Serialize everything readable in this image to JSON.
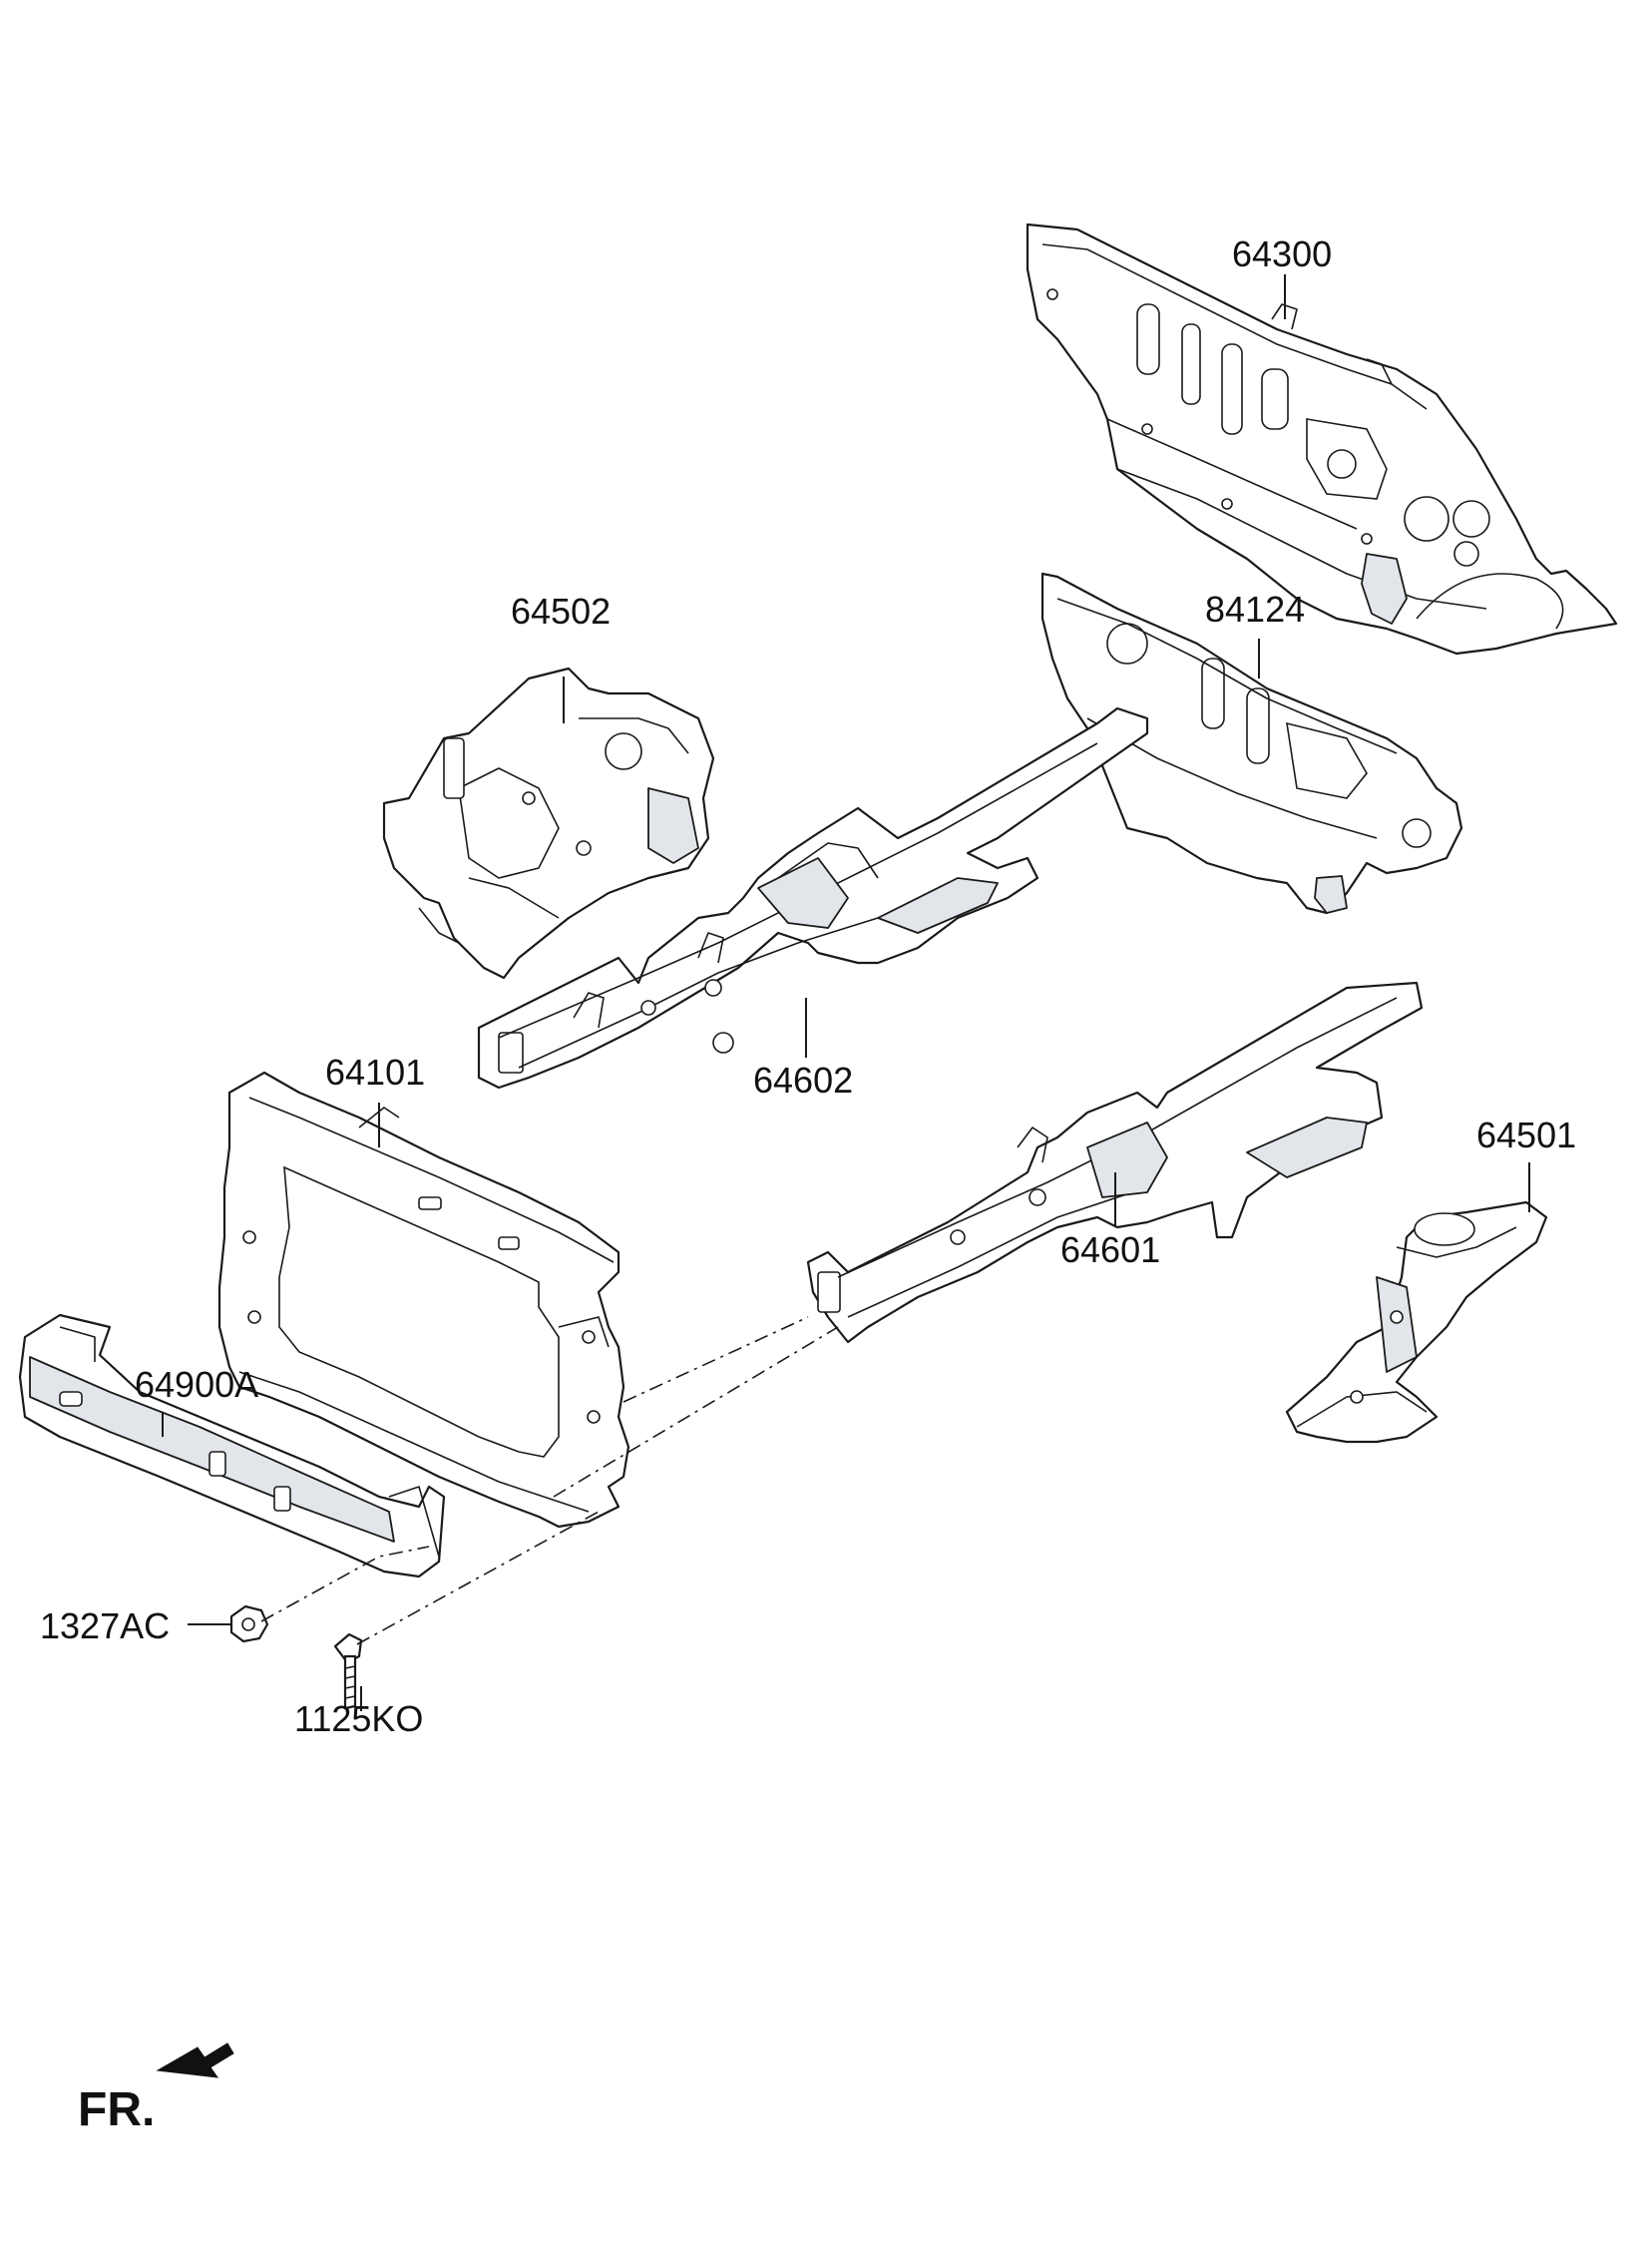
{
  "diagram": {
    "labels": {
      "p64300": "64300",
      "p84124": "84124",
      "p64502": "64502",
      "p64602": "64602",
      "p64101": "64101",
      "p64601": "64601",
      "p64501": "64501",
      "p64900A": "64900A",
      "p1327AC": "1327AC",
      "p1125KO": "1125KO"
    },
    "front_indicator": "FR."
  }
}
